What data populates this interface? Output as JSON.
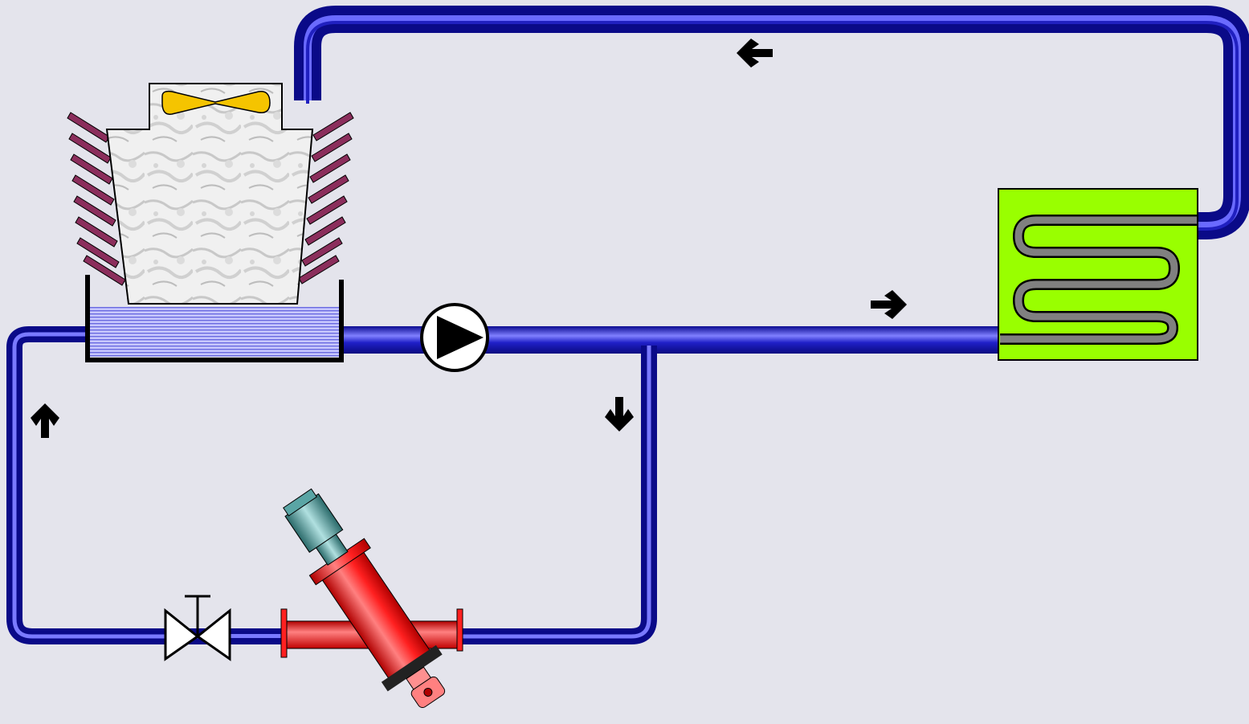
{
  "diagram": {
    "components": [
      {
        "name": "cooling-tower",
        "icon": "cooling-tower-icon"
      },
      {
        "name": "fan",
        "icon": "fan-icon"
      },
      {
        "name": "water-basin",
        "icon": "basin-icon"
      },
      {
        "name": "circulation-pump",
        "icon": "pump-icon"
      },
      {
        "name": "heat-exchanger",
        "icon": "heat-exchanger-icon"
      },
      {
        "name": "shutoff-valve",
        "icon": "valve-icon"
      },
      {
        "name": "self-cleaning-filter",
        "icon": "filter-icon"
      }
    ],
    "flow_arrows": [
      {
        "name": "return-line",
        "direction": "left"
      },
      {
        "name": "supply-line",
        "direction": "right"
      },
      {
        "name": "filter-branch",
        "direction": "down"
      },
      {
        "name": "filter-return",
        "direction": "up"
      }
    ],
    "colors": {
      "background": "#e4e4ec",
      "pipe": "#1a1ab8",
      "pipe_highlight": "#8a8aff",
      "heat_exchanger": "#99ff00",
      "coil": "#808080",
      "filter_body": "#ff2020",
      "fan": "#f5c400",
      "louver": "#8b2e5c",
      "motor": "#5aa5a5"
    }
  }
}
